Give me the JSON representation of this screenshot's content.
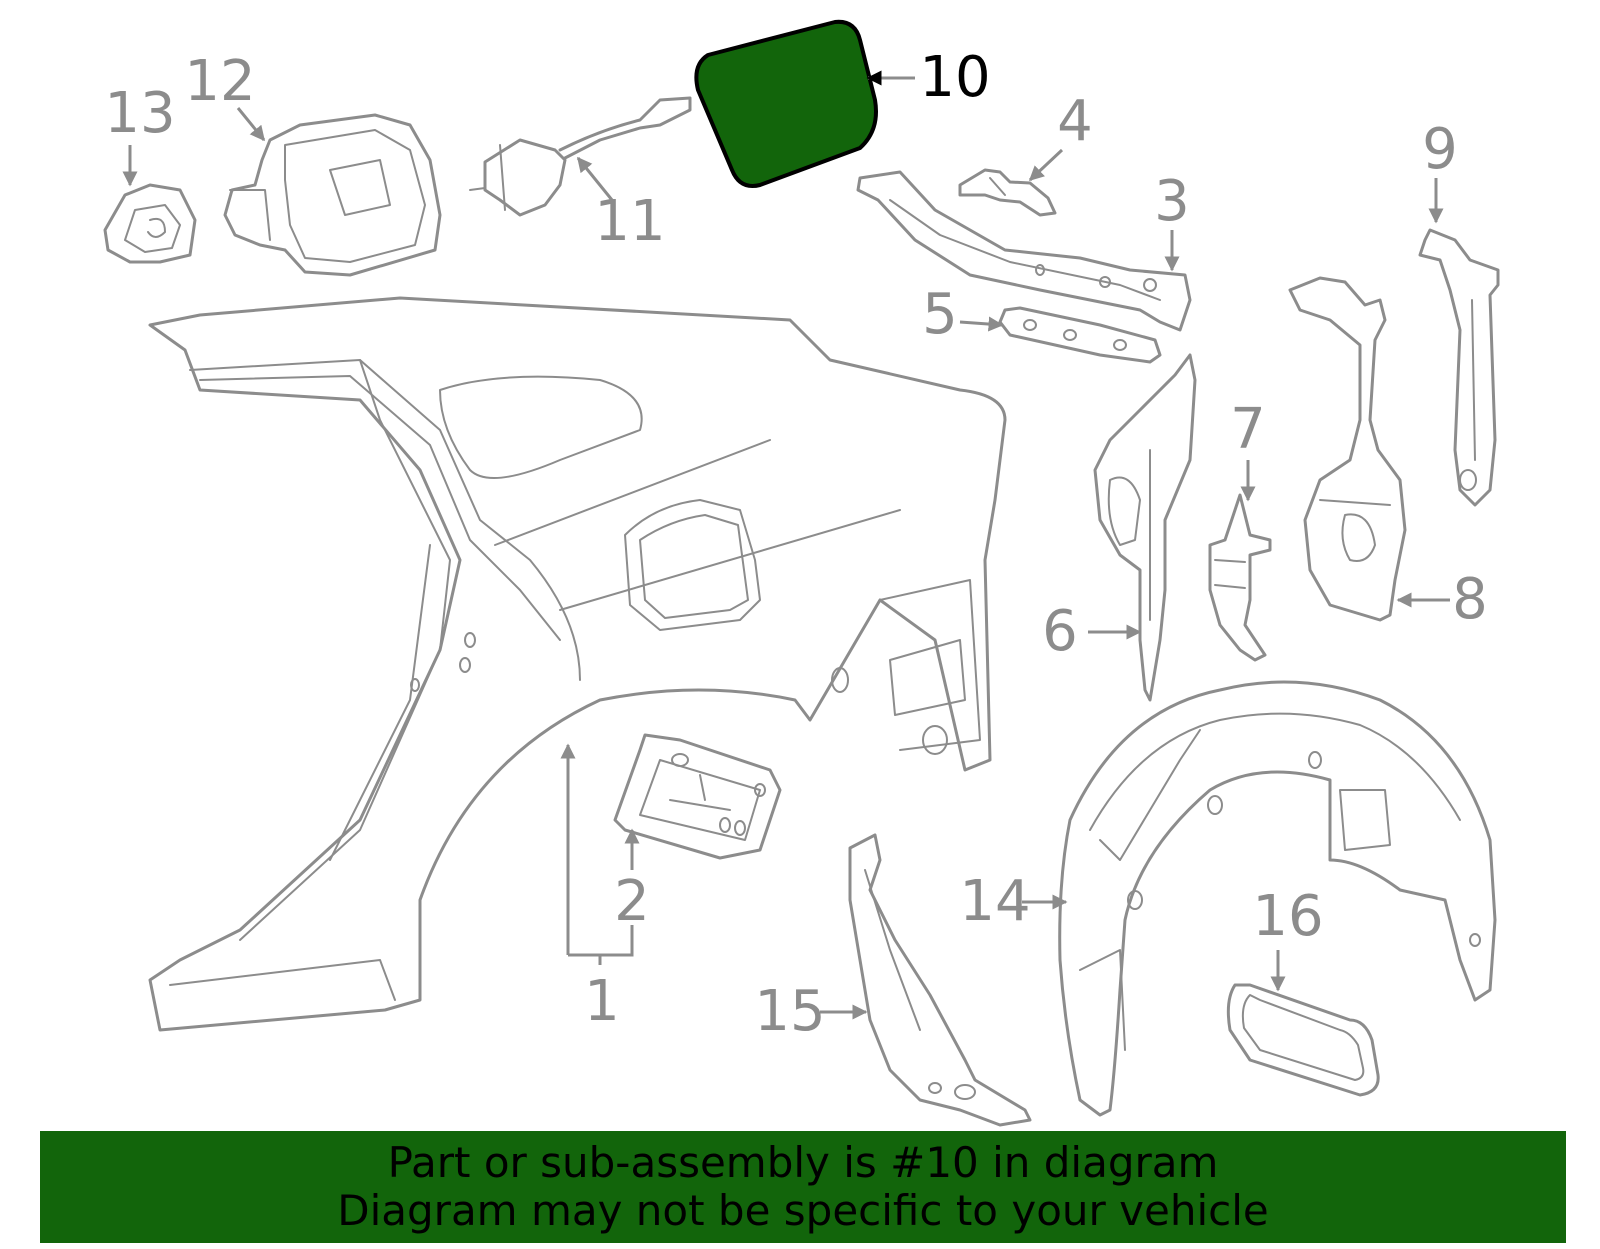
{
  "diagram": {
    "highlight_color": "#12650b",
    "line_color": "#8c8c8c",
    "highlighted_callout": "10",
    "callouts": {
      "c1": "1",
      "c2": "2",
      "c3": "3",
      "c4": "4",
      "c5": "5",
      "c6": "6",
      "c7": "7",
      "c8": "8",
      "c9": "9",
      "c10": "10",
      "c11": "11",
      "c12": "12",
      "c13": "13",
      "c14": "14",
      "c15": "15",
      "c16": "16"
    }
  },
  "banner": {
    "line1": "Part or sub-assembly is #10 in diagram",
    "line2": "Diagram may not be specific to your vehicle",
    "background": "#12650b"
  }
}
